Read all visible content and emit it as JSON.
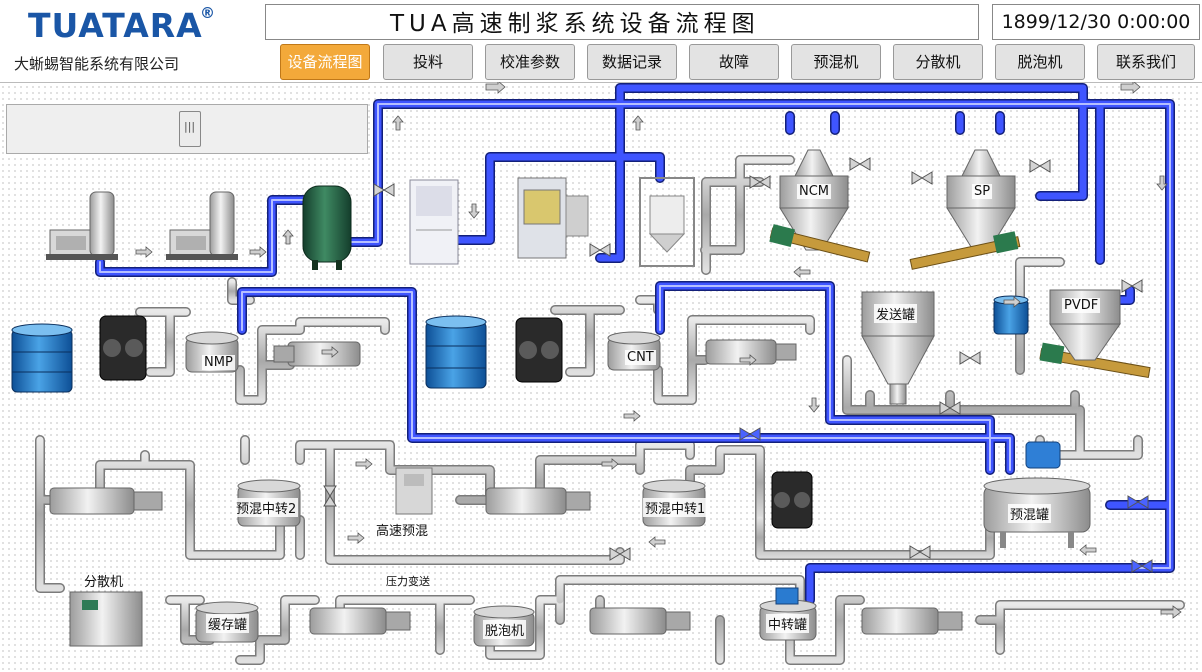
{
  "header": {
    "logo": "TUATARA",
    "registered": "®",
    "company": "大蜥蜴智能系统有限公司",
    "title": "TUA高速制浆系统设备流程图",
    "datetime": "1899/12/30 0:00:00"
  },
  "tabs": [
    {
      "label": "设备流程图",
      "active": true
    },
    {
      "label": "投料",
      "active": false
    },
    {
      "label": "校准参数",
      "active": false
    },
    {
      "label": "数据记录",
      "active": false
    },
    {
      "label": "故障",
      "active": false
    },
    {
      "label": "预混机",
      "active": false
    },
    {
      "label": "分散机",
      "active": false
    },
    {
      "label": "脱泡机",
      "active": false
    },
    {
      "label": "联系我们",
      "active": false
    }
  ],
  "labels": {
    "ncm": "NCM",
    "sp": "SP",
    "nmp": "NMP",
    "cnt": "CNT",
    "pvdf": "PVDF",
    "send_tank": "发送罐",
    "premix_tank": "预混罐",
    "premix_transfer2": "预混中转2",
    "premix_transfer1": "预混中转1",
    "high_speed_premix": "高速预混",
    "disperser": "分散机",
    "buffer_tank": "缓存罐",
    "pressure_transmitter": "压力变送",
    "defoamer": "脱泡机",
    "transfer_tank": "中转罐"
  },
  "colors": {
    "pipe_gray": "#b8b8b8",
    "pipe_blue": "#2a3fe0",
    "active_tab": "#f3a93a",
    "logo_blue": "#1a56a6"
  }
}
